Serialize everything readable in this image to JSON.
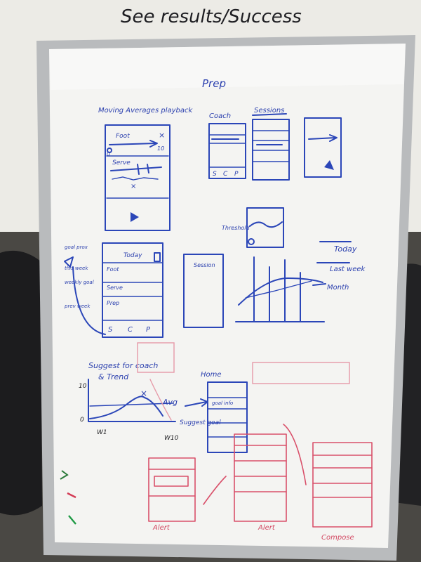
{
  "wall_heading": "See results/Success",
  "board": {
    "title": "Prep",
    "top_row": {
      "playback_label": "Moving Averages playback",
      "playback_rows": [
        "Foot",
        "Serve"
      ],
      "playback_scale": [
        "0",
        "10"
      ],
      "coach_label": "Coach",
      "sessions_label": "Sessions",
      "coach_tabs": [
        "S",
        "C",
        "P"
      ]
    },
    "threshold_label": "Threshold",
    "middle_row": {
      "goal_labels": [
        "goal prox",
        "this week",
        "weekly goal",
        "prev week"
      ],
      "today_label": "Today",
      "rows": [
        "Foot",
        "Serve",
        "Prep"
      ],
      "tabs": [
        "S",
        "C",
        "P"
      ],
      "session_label": "Session"
    },
    "legend": [
      "Today",
      "Last week",
      "Month"
    ],
    "trend": {
      "title": "Suggest for coach",
      "subtitle": "& Trend",
      "y_top": "10",
      "y_bottom": "0",
      "x_start": "W1",
      "x_end": "W10",
      "avg_label": "Avg"
    },
    "home": {
      "title": "Home",
      "row_label": "goal info",
      "suggest_goal": "Suggest goal"
    },
    "red_labels": {
      "alert_left": "Alert",
      "alert_right": "Alert",
      "compose": "Compose"
    }
  }
}
